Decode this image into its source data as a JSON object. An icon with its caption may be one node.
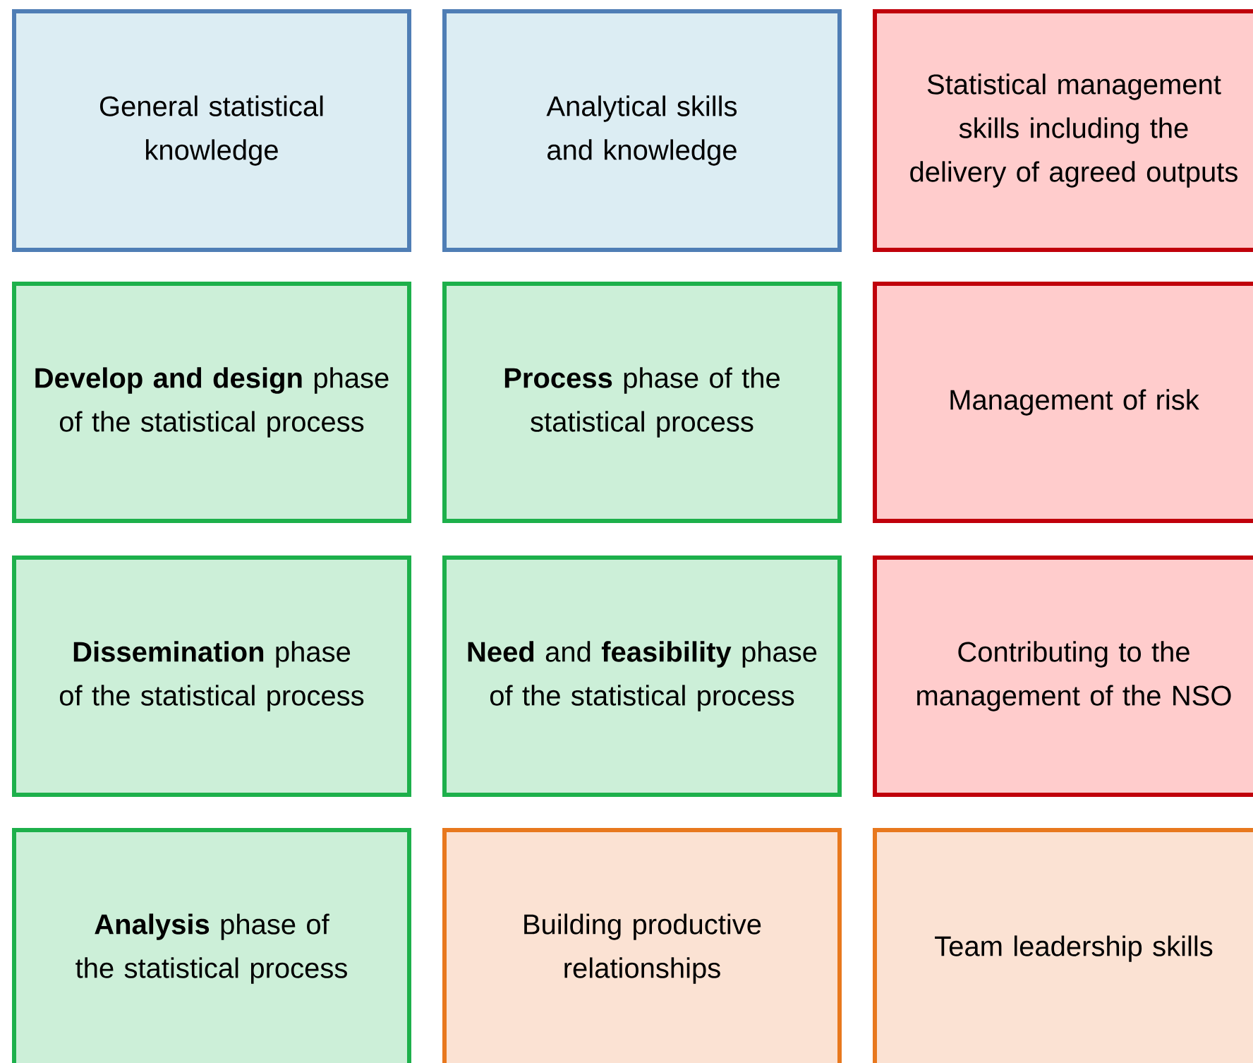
{
  "diagram": {
    "nodes": [
      {
        "text": [
          "General statistical knowledge"
        ]
      },
      {
        "text": [
          "Analytical skills and knowledge"
        ]
      },
      {
        "text": [
          "Statistical management skills including the delivery of agreed outputs"
        ]
      },
      {
        "text": [
          "**Develop and design** phase of the statistical process"
        ]
      },
      {
        "text": [
          "**Process** phase of the statistical process"
        ]
      },
      {
        "text": [
          "Management of risk"
        ]
      },
      {
        "text": [
          "**Dissemination** phase of the statistical process"
        ]
      },
      {
        "text": [
          "**Need** and **feasibility** phase of the statistical process"
        ]
      },
      {
        "text": [
          "Contributing to the management of the NSO"
        ]
      },
      {
        "text": [
          "**Analysis** phase of the statistical process"
        ]
      },
      {
        "text": [
          "Building productive relationships"
        ]
      },
      {
        "text": [
          "Team leadership skills"
        ]
      }
    ]
  }
}
